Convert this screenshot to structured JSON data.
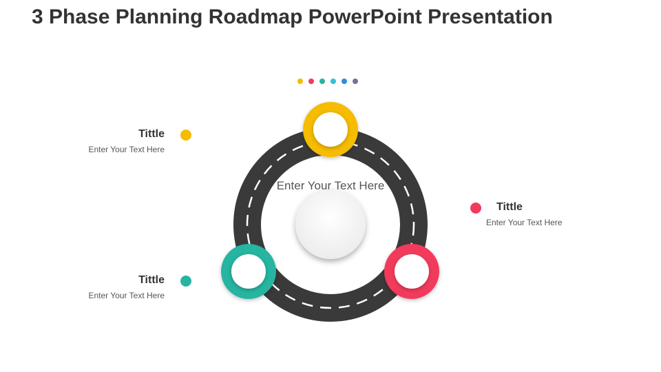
{
  "title": "3 Phase Planning Roadmap PowerPoint Presentation",
  "center_text": "Enter Your Text Here",
  "colors": {
    "yellow": "#F5BC00",
    "red": "#F23B5C",
    "teal": "#26B5A0",
    "cyan": "#2EC4D6",
    "blue": "#2F8CE0",
    "purple": "#7C6E99",
    "road": "#3A3A3A"
  },
  "dots": [
    "#F5BC00",
    "#F23B5C",
    "#26B5A0",
    "#2EC4D6",
    "#2F8CE0",
    "#7C6E99"
  ],
  "phases": [
    {
      "id": "top",
      "color": "#F5BC00",
      "title": "Tittle",
      "text": "Enter Your Text Here"
    },
    {
      "id": "right",
      "color": "#F23B5C",
      "title": "Tittle",
      "text": "Enter Your Text Here"
    },
    {
      "id": "bottom-left",
      "color": "#26B5A0",
      "title": "Tittle",
      "text": "Enter Your Text Here"
    }
  ]
}
